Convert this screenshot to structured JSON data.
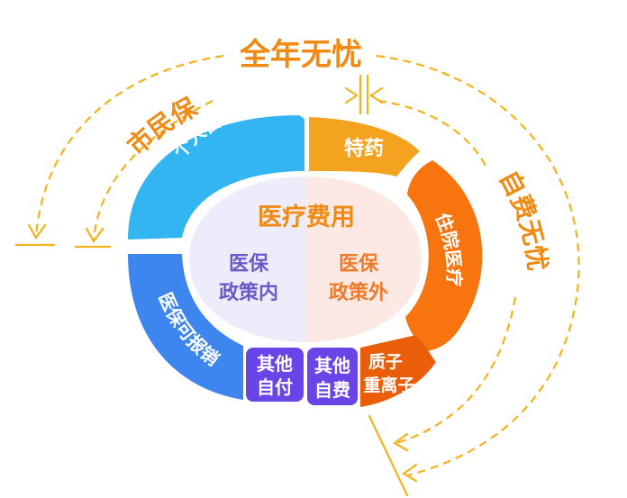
{
  "colors": {
    "dash": "#f5b21b",
    "orange_title": "#f08a12",
    "sky": "#33b5f2",
    "blue": "#3d86f0",
    "purple": "#6a44e6",
    "amber": "#f4a321",
    "orange": "#f7740f",
    "orange_dark": "#ea5e0a",
    "inner_left": "#ececfb",
    "inner_right": "#fde9e4",
    "inner_left_text": "#6a5ac8",
    "inner_right_text": "#f07a2a"
  },
  "labels": {
    "year_round": "全年无忧",
    "city_insurance": "市民保",
    "self_pay_free": "自费无忧",
    "center_title": "医疗费用",
    "inside_policy_1": "医保",
    "inside_policy_2": "政策内",
    "outside_policy_1": "医保",
    "outside_policy_2": "政策外"
  },
  "segments": {
    "personal_self_pay": "个人自付",
    "reimbursable": "医保可报销",
    "other_self_pay_1": "其他",
    "other_self_pay_2": "自付",
    "other_self_paid_1": "其他",
    "other_self_paid_2": "自费",
    "special_drugs": "特药",
    "hospitalization": "住院医疗",
    "proton_1": "质子",
    "proton_2": "重离子"
  }
}
